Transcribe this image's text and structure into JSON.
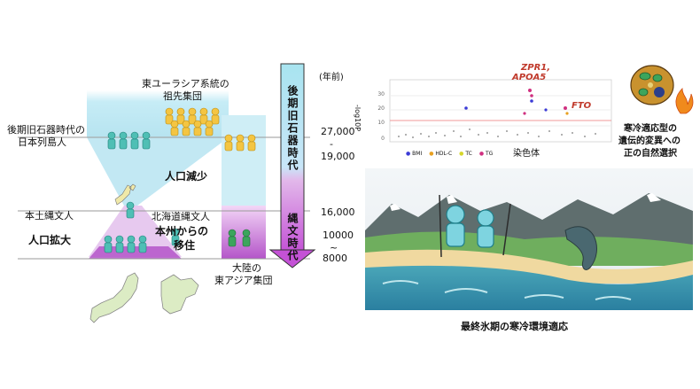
{
  "left": {
    "unit_label": "(年前)",
    "east_eurasian_group": [
      "東ユーラシア系統の",
      "祖先集団"
    ],
    "paleolithic_people": [
      "後期旧石器時代の",
      "日本列島人"
    ],
    "population_decrease": "人口減少",
    "honshu_jomon": "本土縄文人",
    "population_increase": "人口拡大",
    "hokkaido_jomon": "北海道縄文人",
    "migration": [
      "本州からの",
      "移住"
    ],
    "continental_group": [
      "大陸の",
      "東アジア集団"
    ],
    "years": {
      "y27000": "27,000",
      "dash1": "-",
      "y19000": "19,000",
      "y16000": "16,000",
      "y10000": "10000",
      "tilde": "~",
      "y8000": "8000"
    },
    "periods": {
      "upper_paleolithic": "後期旧石器時代",
      "jomon": "縄文時代"
    },
    "colors": {
      "cyan": "#c7ecf5",
      "purple": "#b455c9",
      "gold": "#f4c542",
      "teal": "#4fbfb5",
      "green": "#3ca55c",
      "japan": "#dcecc4"
    }
  },
  "right": {
    "manhattan": {
      "ylabel": "-log10P",
      "xlabel": "染色体",
      "ticks": [
        "30",
        "20",
        "10",
        "0"
      ],
      "gene1": [
        "ZPR1,",
        "APOA5"
      ],
      "gene2": "FTO",
      "legend": [
        {
          "label": "BMI",
          "color": "#3b3bd6"
        },
        {
          "label": "HDL-C",
          "color": "#e8a020"
        },
        {
          "label": "TC",
          "color": "#d6d62a"
        },
        {
          "label": "TG",
          "color": "#d03080"
        }
      ]
    },
    "selection_text": [
      "寒冷適応型の",
      "遺伝的変異への",
      "正の自然選択"
    ],
    "caption": "最終氷期の寒冷環境適応"
  }
}
